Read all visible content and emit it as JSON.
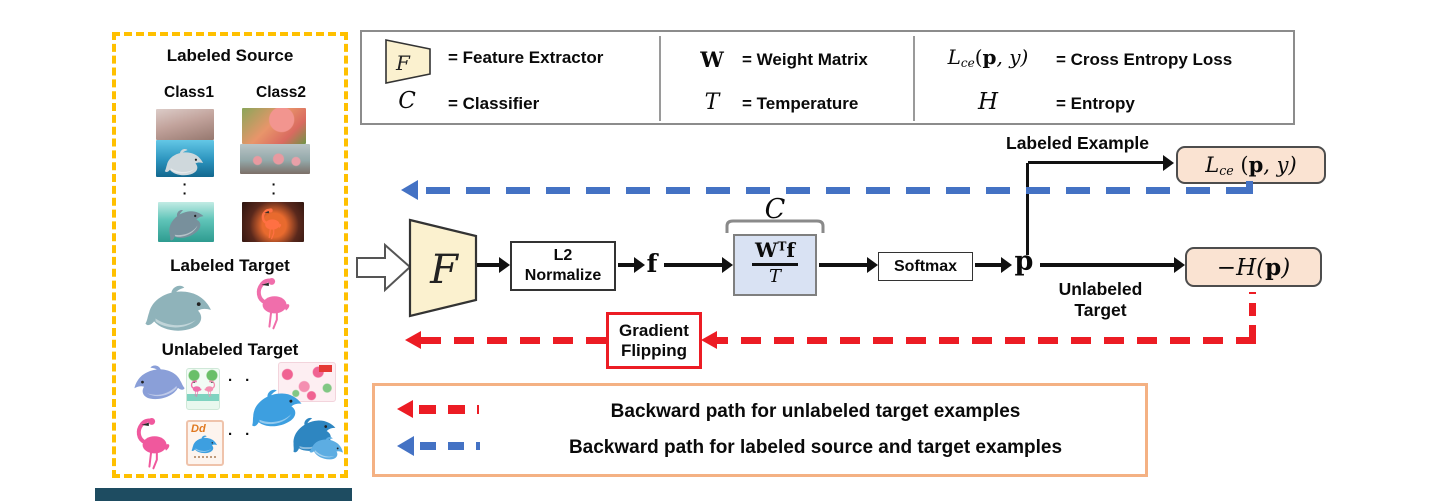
{
  "panel": {
    "labeled_source_title": "Labeled Source",
    "class1_label": "Class1",
    "class2_label": "Class2",
    "labeled_target_title": "Labeled Target",
    "unlabeled_target_title": "Unlabeled Target",
    "vdot": "·",
    "hdots": "· ·",
    "dd_card_label": "Dd"
  },
  "legend": {
    "feature_extractor": {
      "symbol": "F",
      "label": "= Feature Extractor"
    },
    "classifier": {
      "symbol": "C",
      "label": "= Classifier"
    },
    "weight_matrix": {
      "symbol": "W",
      "label": "= Weight Matrix"
    },
    "temperature": {
      "symbol": "T",
      "label": "= Temperature"
    },
    "cross_entropy": {
      "base": "L",
      "sub": "ce",
      "open": "(",
      "p": "p",
      "close": ", y)",
      "label": "= Cross Entropy Loss"
    },
    "entropy": {
      "symbol": "H",
      "label": "= Entropy"
    }
  },
  "flow": {
    "feature_extractor_symbol": "F",
    "l2_line1": "L2",
    "l2_line2": "Normalize",
    "feature_symbol": "f",
    "classifier_symbol": "C",
    "frac_w": "W",
    "frac_t_sup": "T",
    "frac_f": "f",
    "frac_denom": "T",
    "softmax_label": "Softmax",
    "prob_symbol": "p",
    "labeled_example_label": "Labeled Example",
    "ce_base": "L",
    "ce_sub": "ce",
    "ce_open": " (",
    "ce_p": "p",
    "ce_close": ", y)",
    "unlabeled_line1": "Unlabeled",
    "unlabeled_line2": "Target",
    "neg_entropy_pre": "−H(",
    "neg_entropy_p": "p",
    "neg_entropy_post": ")",
    "gradient_line1": "Gradient",
    "gradient_line2": "Flipping"
  },
  "footer": {
    "red_label": "Backward path for unlabeled target examples",
    "blue_label": "Backward path for labeled source and target examples"
  },
  "colors": {
    "red": "#EC1C24",
    "blue": "#4472C4",
    "panel_border": "#FFC000",
    "footer_border": "#F4B183",
    "peach_box": "#FAE3D2",
    "classifier_box": "#D9E2F3",
    "trapezoid_fill": "#FBF1CF"
  }
}
